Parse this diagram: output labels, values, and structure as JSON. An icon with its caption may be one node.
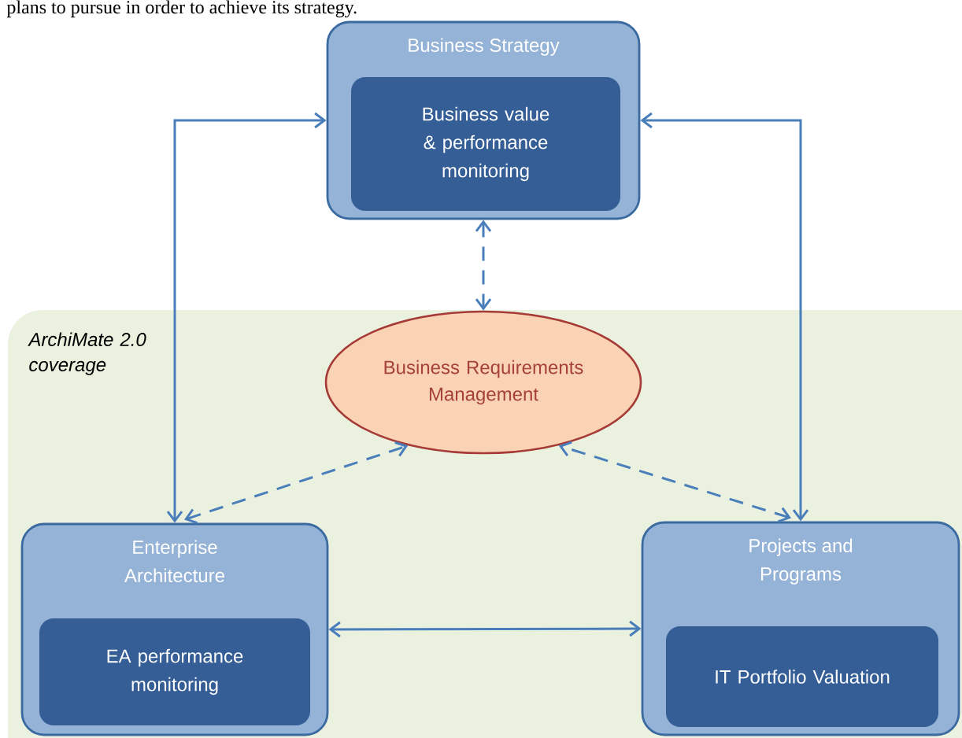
{
  "diagram": {
    "nodes": [
      {
        "text": [
          "Business Strategy"
        ]
      },
      {
        "text": [
          "Business value & performance monitoring"
        ],
        "in": 0
      },
      {
        "text": [
          "ArchiMate 2.0 coverage"
        ]
      },
      {
        "text": [
          "Business Requirements Management"
        ],
        "in": 2
      },
      {
        "text": [
          "Enterprise Architecture"
        ],
        "in": 2
      },
      {
        "text": [
          "EA performance monitoring"
        ],
        "in": 4
      },
      {
        "text": [
          "Projects and Programs"
        ],
        "in": 2
      },
      {
        "text": [
          "IT Portfolio Valuation"
        ],
        "in": 6
      }
    ],
    "edges": [
      {
        "from": 4,
        "to": 0,
        "arrow": "both"
      },
      {
        "from": 6,
        "to": 0,
        "arrow": "both"
      },
      {
        "from": 0,
        "to": 3,
        "arrow": "both",
        "style": "dashed"
      },
      {
        "from": 4,
        "to": 3,
        "arrow": "both",
        "style": "dashed"
      },
      {
        "from": 6,
        "to": 3,
        "arrow": "both",
        "style": "dashed"
      },
      {
        "from": 4,
        "to": 6,
        "arrow": "both"
      }
    ],
    "labels": [
      "plans to pursue in order to achieve its strategy."
    ]
  }
}
